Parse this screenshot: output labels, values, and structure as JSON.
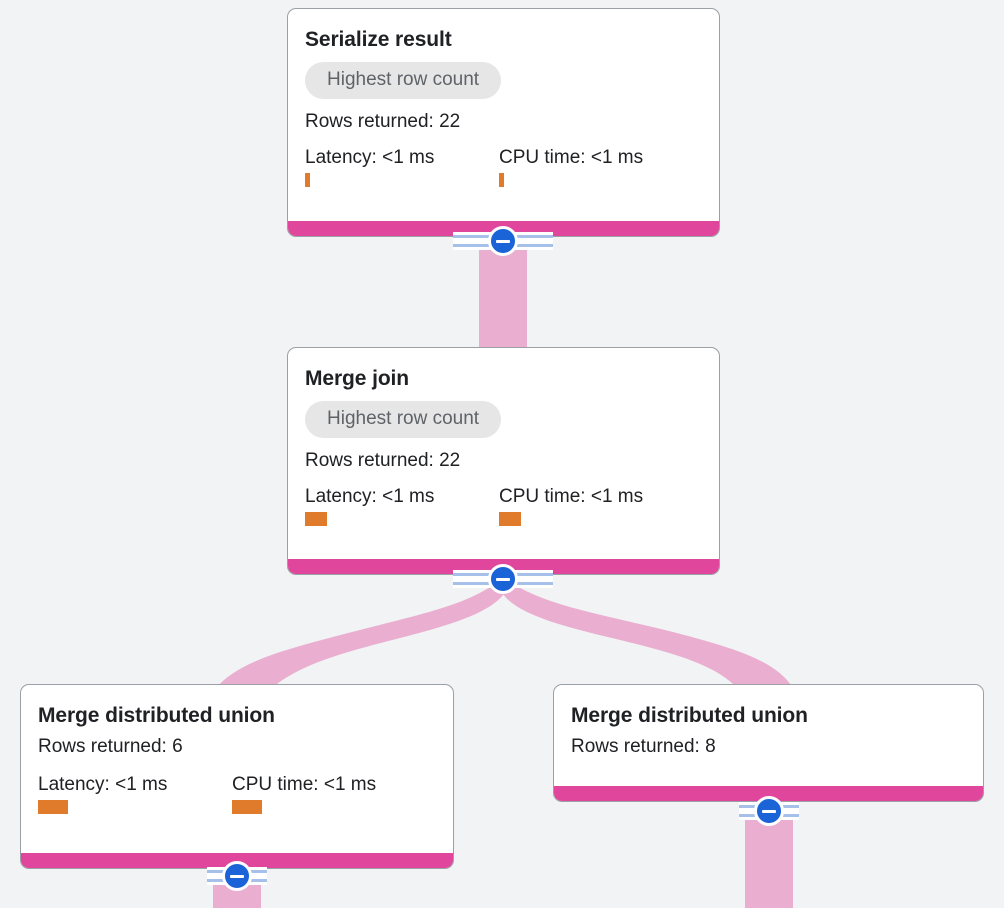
{
  "theme": {
    "background": "#f1f3f4",
    "card_background": "#ffffff",
    "card_border": "#9aa0a6",
    "status_bar_color": "#e0479c",
    "edge_color": "#eaaed0",
    "metric_bar_color": "#e07b2b",
    "toggle_color": "#1a64d8",
    "badge_background": "#e6e6e6",
    "badge_text": "#5f6368",
    "text_color": "#202124"
  },
  "graph": {
    "type": "query-execution-plan",
    "toggle_icon": "minus-circle-icon",
    "nodes": [
      {
        "id": "serialize-result",
        "title": "Serialize result",
        "badge": "Highest row count",
        "rows_label": "Rows returned: 22",
        "rows_returned": 22,
        "latency_label": "Latency: <1 ms",
        "cpu_label": "CPU time: <1 ms",
        "latency_bar_width": 5,
        "cpu_bar_width": 5,
        "collapsed": false
      },
      {
        "id": "merge-join",
        "title": "Merge join",
        "badge": "Highest row count",
        "rows_label": "Rows returned: 22",
        "rows_returned": 22,
        "latency_label": "Latency: <1 ms",
        "cpu_label": "CPU time: <1 ms",
        "latency_bar_width": 22,
        "cpu_bar_width": 22,
        "collapsed": false
      },
      {
        "id": "merge-distributed-union-left",
        "title": "Merge distributed union",
        "badge": null,
        "rows_label": "Rows returned: 6",
        "rows_returned": 6,
        "latency_label": "Latency: <1 ms",
        "cpu_label": "CPU time: <1 ms",
        "latency_bar_width": 30,
        "cpu_bar_width": 30,
        "collapsed": false
      },
      {
        "id": "merge-distributed-union-right",
        "title": "Merge distributed union",
        "badge": null,
        "rows_label": "Rows returned: 8",
        "rows_returned": 8,
        "latency_label": null,
        "cpu_label": null,
        "latency_bar_width": 0,
        "cpu_bar_width": 0,
        "collapsed": false
      }
    ],
    "edges": [
      {
        "from": "serialize-result",
        "to": "merge-join"
      },
      {
        "from": "merge-join",
        "to": "merge-distributed-union-left"
      },
      {
        "from": "merge-join",
        "to": "merge-distributed-union-right"
      }
    ]
  }
}
